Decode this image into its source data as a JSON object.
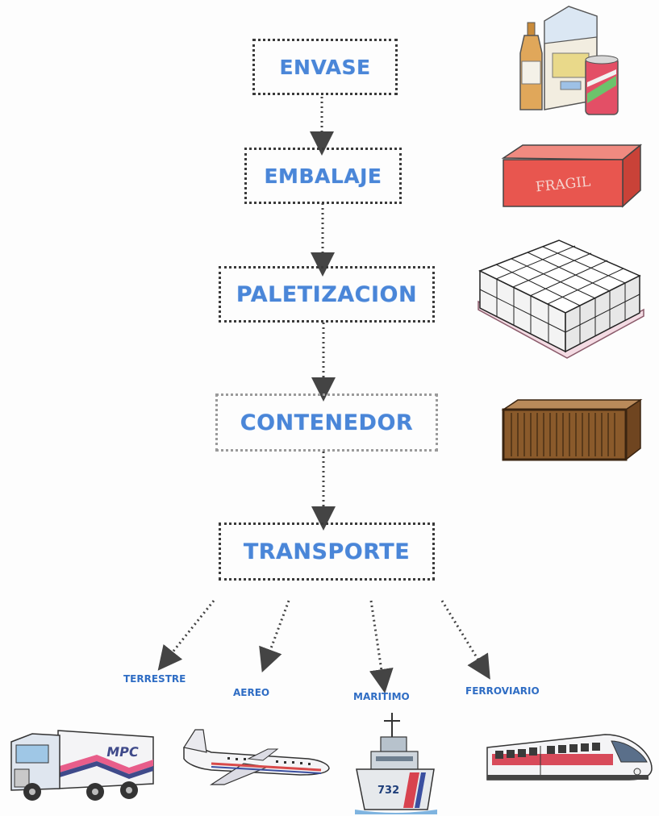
{
  "flow": {
    "steps": [
      {
        "label": "ENVASE"
      },
      {
        "label": "EMBALAJE"
      },
      {
        "label": "PALETIZACION"
      },
      {
        "label": "CONTENEDOR"
      },
      {
        "label": "TRANSPORTE"
      }
    ],
    "box_label": "FRAGIL"
  },
  "transport_modes": [
    {
      "label": "TERRESTRE"
    },
    {
      "label": "AEREO"
    },
    {
      "label": "MARITIMO"
    },
    {
      "label": "FERROVIARIO"
    }
  ],
  "truck_logo": "MPC",
  "ship_number": "732",
  "colors": {
    "label_blue": "#4a86d8",
    "box_red": "#e8564f",
    "crate_brown": "#8a5a2b"
  },
  "icons": [
    "bottles-and-cartons-icon",
    "fragile-box-icon",
    "pallet-of-boxes-icon",
    "wooden-crate-icon",
    "truck-icon",
    "airplane-icon",
    "ship-icon",
    "train-icon"
  ]
}
